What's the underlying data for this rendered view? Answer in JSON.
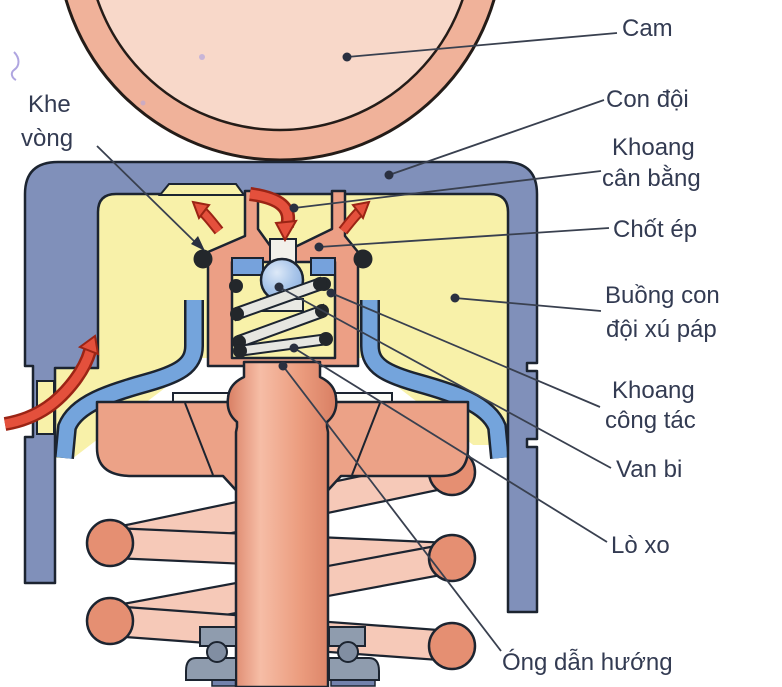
{
  "diagram": {
    "description": "Cross-section diagram of a hydraulic valve lifter (con đội thủy lực) with Vietnamese labels",
    "labels": {
      "cam": "Cam",
      "con_doi": "Con đội",
      "khoang_can_bang_1": "Khoang",
      "khoang_can_bang_2": "cân bằng",
      "chot_ep": "Chốt ép",
      "buong_1": "Buồng con",
      "buong_2": "đội xú páp",
      "khoang_cong_tac_1": "Khoang",
      "khoang_cong_tac_2": "công tác",
      "van_bi": "Van bi",
      "lo_xo": "Lò xo",
      "ong_dan_huong": "Óng dẫn hướng",
      "khe_vong_1": "Khe",
      "khe_vong_2": "vòng"
    },
    "colors": {
      "tappet_body_blue_gray": "#8090ba",
      "chamber_yellow": "#f8f1a9",
      "oil_channel_blue": "#74a4dc",
      "plunger_salmon": "#ec9f85",
      "cam_ring": "#f0b29a",
      "cam_face": "#f8d8c9",
      "ball_blue": "#aac6ea",
      "valve_spring_coil": "#f6c9b8",
      "coil_end": "#e58f72",
      "guide_gray": "#8f9cae",
      "arrow_red": "#e0462f",
      "outline_dark": "#1c2430",
      "label_text": "#333b52"
    }
  }
}
